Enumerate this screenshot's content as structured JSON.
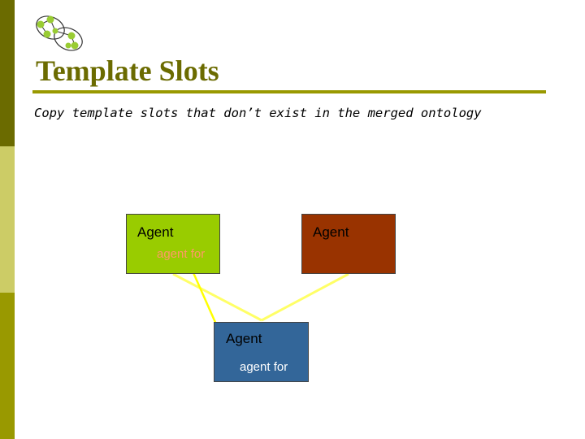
{
  "slide": {
    "title": "Template Slots",
    "subtitle": "Copy template slots that don’t exist in the merged ontology"
  },
  "colors": {
    "title": "#6b6b00",
    "rule": "#999900",
    "connector": "#ffff66",
    "arrow": "#ffff00"
  },
  "diagram": {
    "nodes": [
      {
        "id": "agent-source-1",
        "title": "Agent",
        "slot": "agent for",
        "fill": "#99cc00",
        "slot_color": "#ff9966"
      },
      {
        "id": "agent-source-2",
        "title": "Agent",
        "fill": "#993300"
      },
      {
        "id": "agent-merged",
        "title": "Agent",
        "slot": "agent for",
        "fill": "#336699",
        "slot_color": "#ffffff"
      }
    ],
    "edges": [
      {
        "from": "agent-source-1",
        "to": "agent-merged",
        "kind": "merge-line"
      },
      {
        "from": "agent-source-2",
        "to": "agent-merged",
        "kind": "merge-line"
      },
      {
        "from": "agent-source-1",
        "to": "agent-merged",
        "kind": "slot-copy-arrow"
      }
    ]
  }
}
